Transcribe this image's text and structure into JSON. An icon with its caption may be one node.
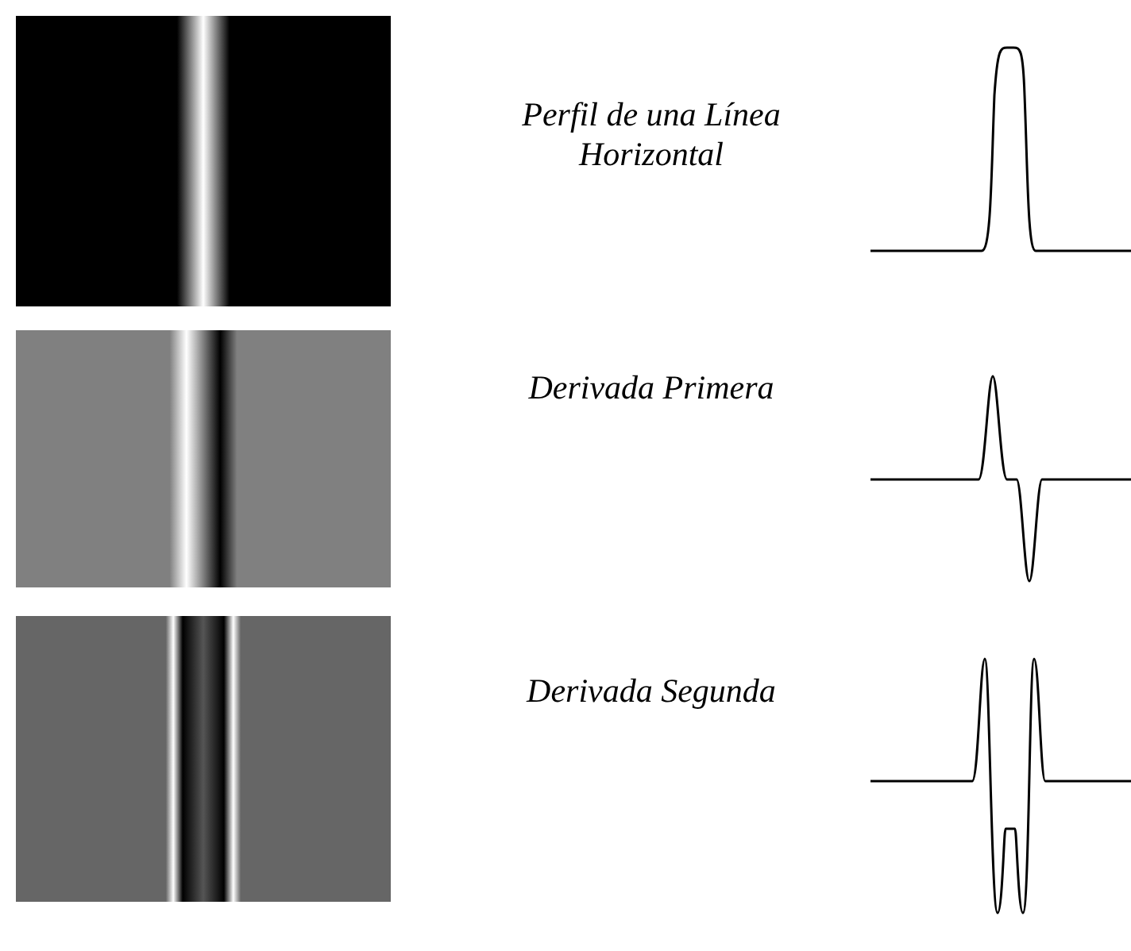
{
  "diagram": {
    "labels": [
      "Perfil de una Línea Horizontal",
      "Derivada Primera",
      "Derivada Segunda"
    ]
  }
}
